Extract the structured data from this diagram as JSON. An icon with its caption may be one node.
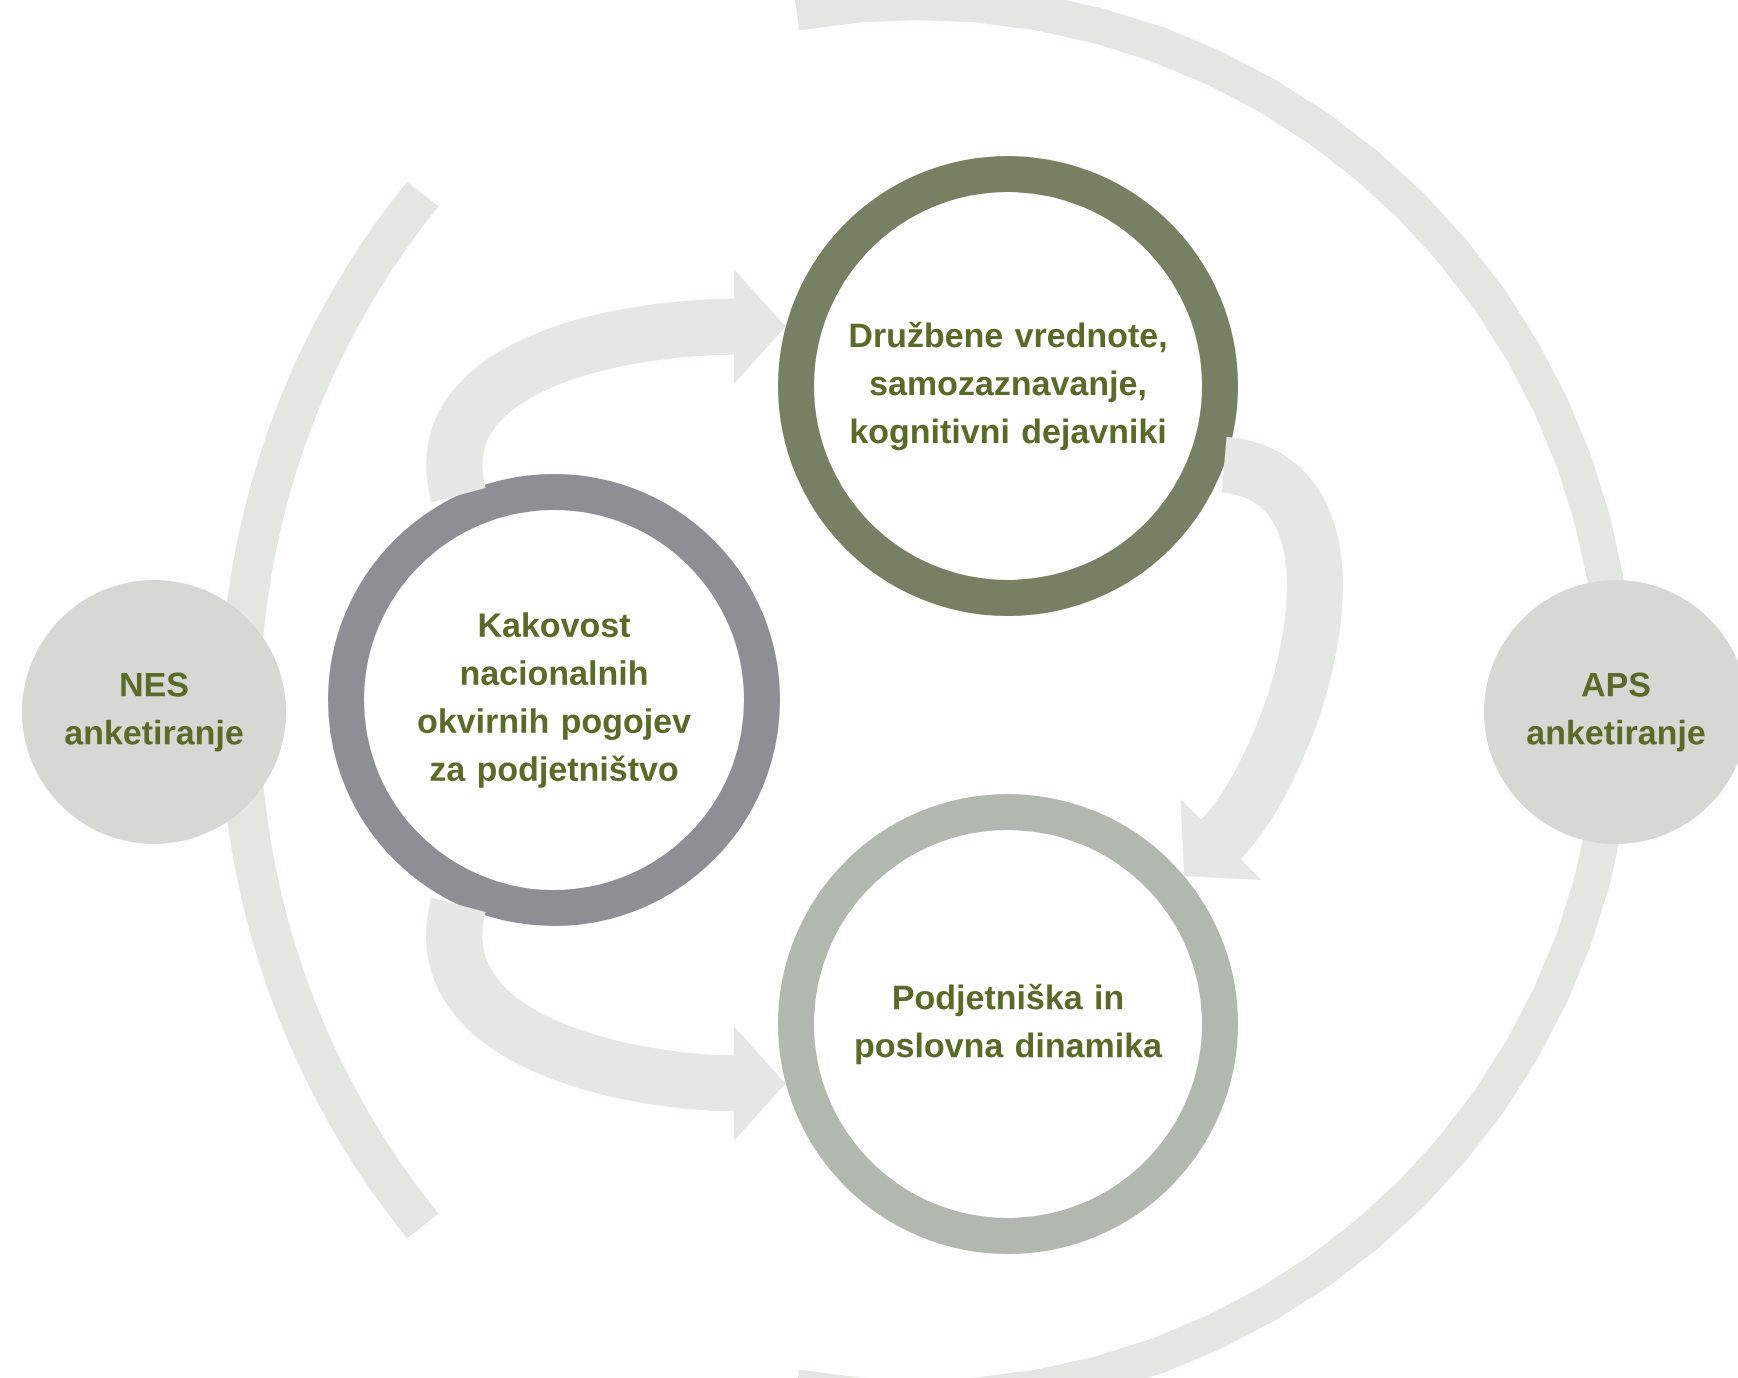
{
  "diagram": {
    "nodes": [
      {
        "text": [
          "NES anketiranje"
        ]
      },
      {
        "text": [
          "Kakovost nacionalnih okvirnih pogojev za podjetništvo"
        ]
      },
      {
        "text": [
          "Družbene vrednote, samozaznavanje, kognitivni dejavniki"
        ]
      },
      {
        "text": [
          "Podjetniška in poslovna dinamika"
        ]
      },
      {
        "text": [
          "APS anketiranje"
        ]
      }
    ],
    "edges": [
      {
        "from": 1,
        "to": 2,
        "arrow": "to"
      },
      {
        "from": 1,
        "to": 3,
        "arrow": "to"
      },
      {
        "from": 2,
        "to": 3,
        "arrow": "to"
      }
    ]
  }
}
